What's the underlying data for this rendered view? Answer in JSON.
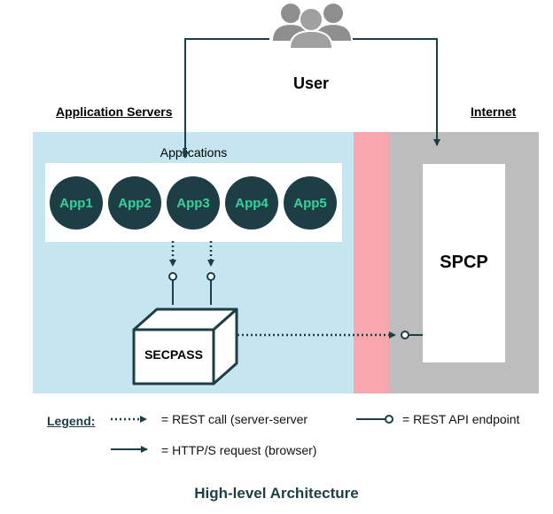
{
  "diagram": {
    "zones": {
      "application_servers": "Application Servers",
      "internet": "Internet"
    },
    "user_label": "User",
    "applications_title": "Applications",
    "apps": [
      "App1",
      "App2",
      "App3",
      "App4",
      "App5"
    ],
    "secpass_label": "SECPASS",
    "spcp_label": "SPCP",
    "legend": {
      "title": "Legend:",
      "rest_call": "= REST call (server-server",
      "rest_endpoint": "= REST API endpoint",
      "http_request": "= HTTP/S request (browser)"
    },
    "caption": "High-level Architecture",
    "colors": {
      "dark": "#1e3e46",
      "app_text": "#36d39a",
      "app_zone": "#c5e6f1",
      "dmz_zone": "#f7a7ad",
      "internet_zone": "#bdbdbd"
    },
    "icons": [
      "users-group-icon"
    ]
  }
}
